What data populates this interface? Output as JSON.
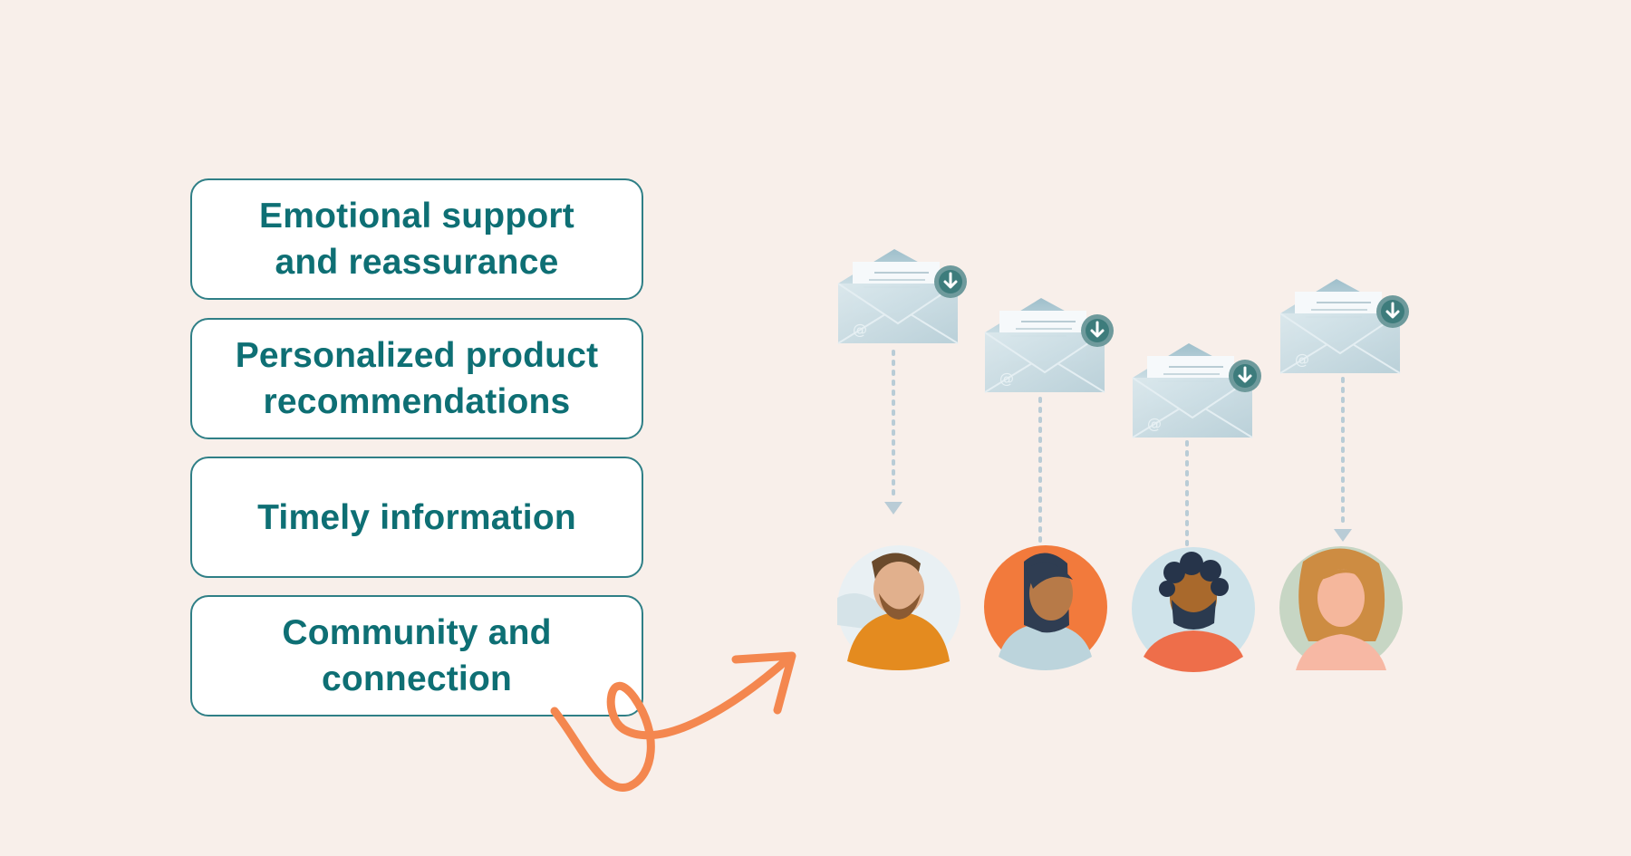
{
  "benefits": [
    "Emotional support\nand reassurance",
    "Personalized product\nrecommendations",
    "Timely information",
    "Community and\nconnection"
  ],
  "colors": {
    "background": "#f8efea",
    "card_border": "#2f7f86",
    "text": "#0e6f74",
    "arrow": "#f4874f",
    "envelope": "#c7dbe2"
  },
  "icons": [
    "envelope-icon",
    "download-badge-icon",
    "person-avatar"
  ]
}
